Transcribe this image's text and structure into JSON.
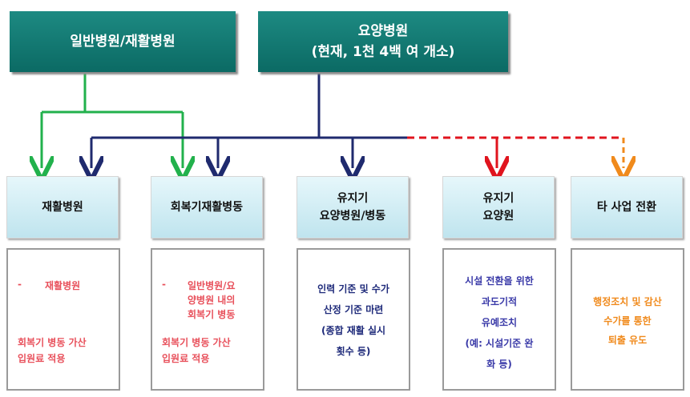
{
  "top_boxes": {
    "general": {
      "label": "일반병원/재활병원"
    },
    "nursing": {
      "line1": "요양병원",
      "line2": "(현재, 1천 4백 여 개소)"
    }
  },
  "categories": [
    {
      "title_line1": "재활병원",
      "title_line2": ""
    },
    {
      "title_line1": "회복기재활병동",
      "title_line2": ""
    },
    {
      "title_line1": "유지기",
      "title_line2": "요양병원/병동"
    },
    {
      "title_line1": "유지기",
      "title_line2": "요양원"
    },
    {
      "title_line1": "타 사업 전환",
      "title_line2": ""
    }
  ],
  "details": [
    {
      "bullet": "-",
      "line1": "재활병원",
      "line2": "회복기 병동 가산",
      "line3": "입원료 적용",
      "color": "#e8505b"
    },
    {
      "bullet": "-",
      "line1": "일반병원/요",
      "line2": "양병원 내의",
      "line3": "회복기 병동",
      "line4": "회복기 병동 가산",
      "line5": "입원료 적용",
      "color": "#e8505b"
    },
    {
      "line1": "인력 기준 및 수가",
      "line2": "산정 기준 마련",
      "line3": "(종합 재활 실시",
      "line4": "횟수 등)",
      "color": "#1e2a7a"
    },
    {
      "line1": "시설 전환을 위한",
      "line2": "과도기적",
      "line3": "유예조치",
      "line4": "(예: 시설기준 완",
      "line5": "화 등)",
      "color": "#3a3aa8"
    },
    {
      "line1": "행정조치 및 감산",
      "line2": "수가를 통한",
      "line3": "퇴출 유도",
      "color": "#f08a1c"
    }
  ],
  "colors": {
    "green_line": "#22b14c",
    "navy_line": "#1f2a6e",
    "red_dashed": "#e0141e",
    "orange_dashed": "#f08a1c",
    "top_box": "#0e726b"
  }
}
